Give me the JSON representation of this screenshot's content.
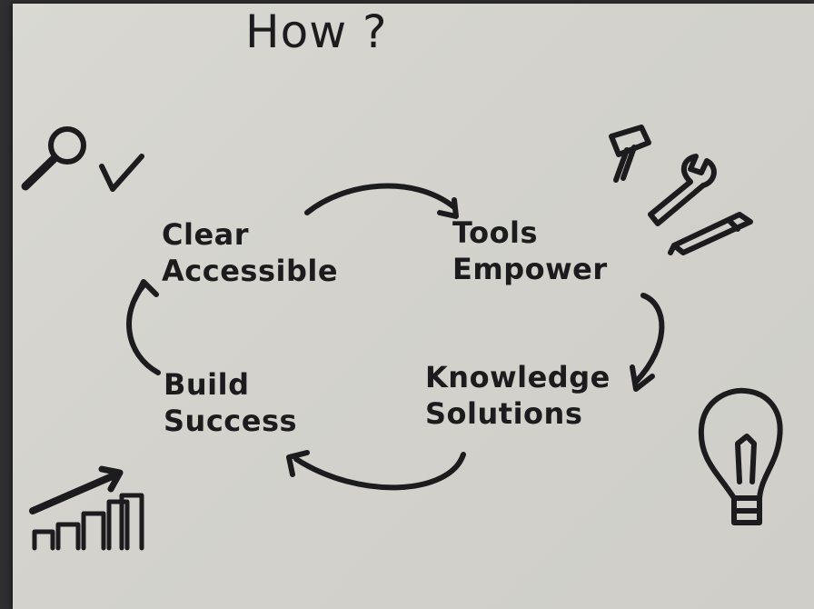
{
  "title": "How ?",
  "cycle": [
    {
      "id": "clear",
      "lines": [
        "Clear",
        "Accessible"
      ]
    },
    {
      "id": "tools",
      "lines": [
        "Tools",
        "Empower"
      ]
    },
    {
      "id": "knowledge",
      "lines": [
        "Knowledge",
        "Solutions"
      ]
    },
    {
      "id": "build",
      "lines": [
        "Build",
        "Success"
      ]
    }
  ],
  "icons": [
    "magnifier-icon",
    "checkmark-icon",
    "hammer-icon",
    "wrench-icon",
    "pencil-icon",
    "lightbulb-icon",
    "growth-chart-icon"
  ],
  "colors": {
    "ink": "#1c1c1e",
    "paper": "#d6d5cf",
    "frame": "#2f2f31"
  }
}
